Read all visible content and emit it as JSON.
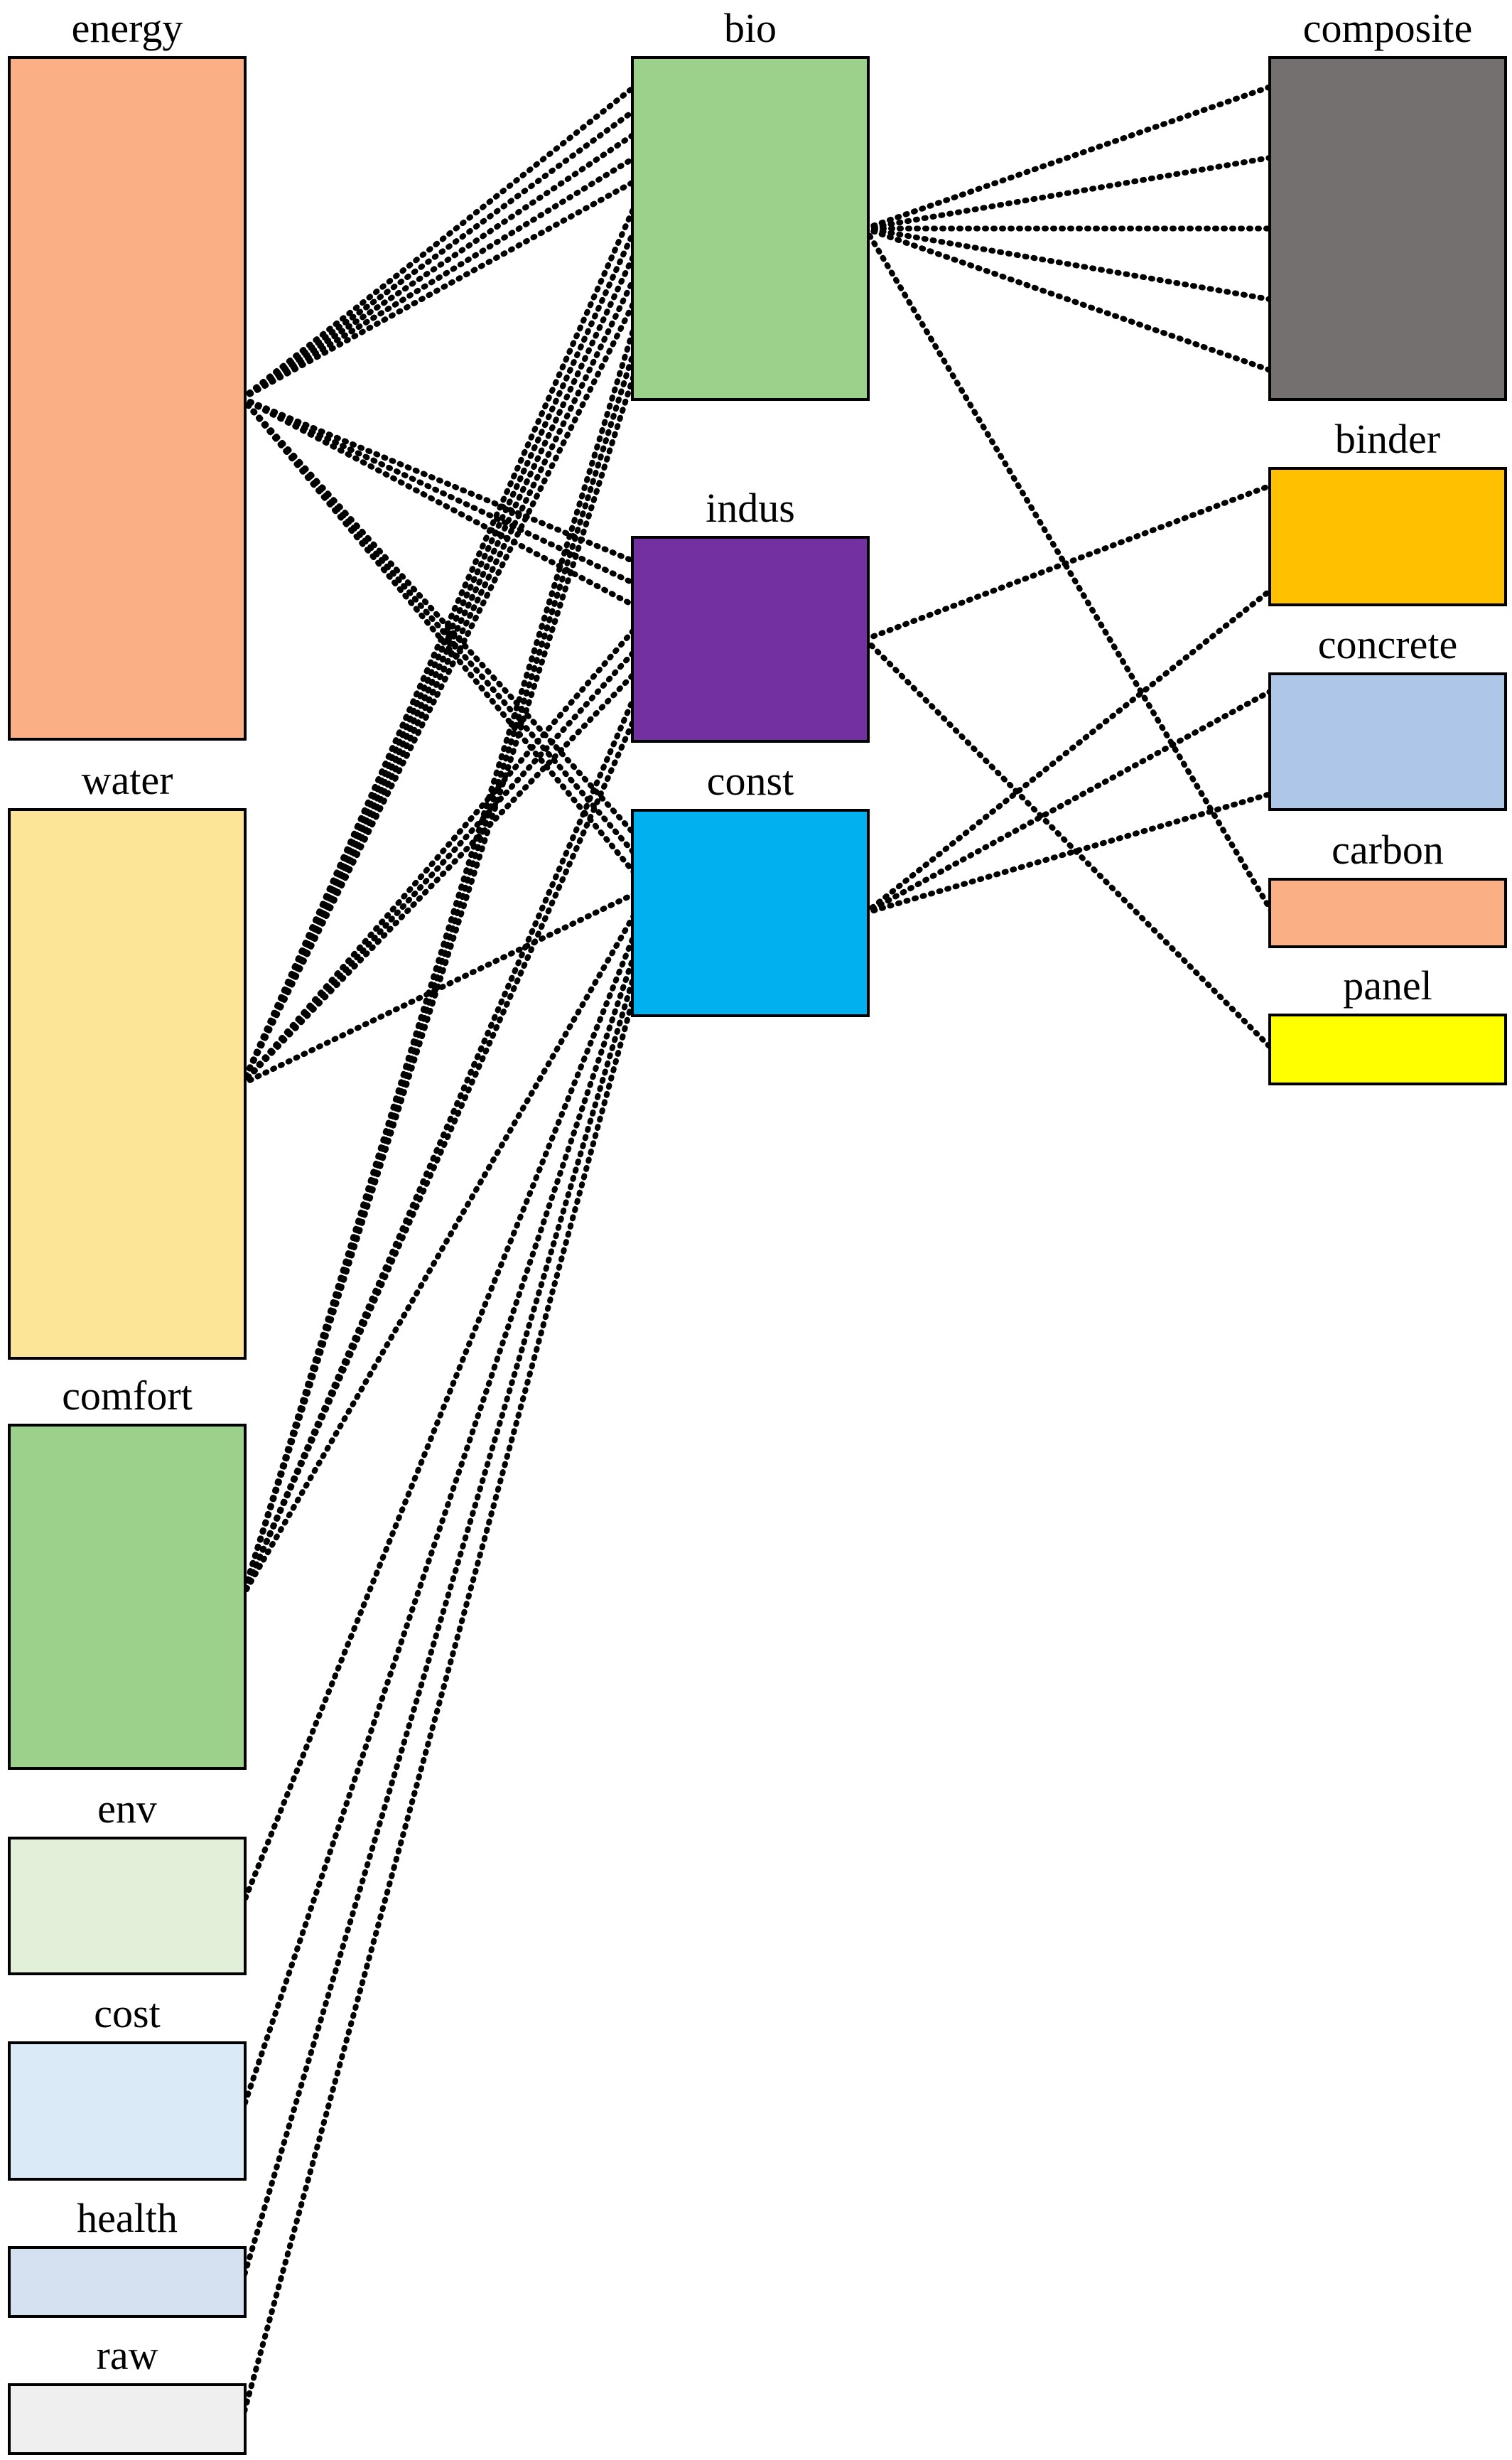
{
  "diagram": {
    "nodes": [
      {
        "id": "energy",
        "label": "energy",
        "column": "left",
        "color": "#FBAF84"
      },
      {
        "id": "water",
        "label": "water",
        "column": "left",
        "color": "#FDE598"
      },
      {
        "id": "comfort",
        "label": "comfort",
        "column": "left",
        "color": "#9BD18B"
      },
      {
        "id": "env",
        "label": "env",
        "column": "left",
        "color": "#E2F0DA"
      },
      {
        "id": "cost",
        "label": "cost",
        "column": "left",
        "color": "#DAEAF7"
      },
      {
        "id": "health",
        "label": "health",
        "column": "left",
        "color": "#D5E0F1"
      },
      {
        "id": "raw",
        "label": "raw",
        "column": "left",
        "color": "#EFEFEF"
      },
      {
        "id": "bio",
        "label": "bio",
        "column": "middle",
        "color": "#9BD18B"
      },
      {
        "id": "indus",
        "label": "indus",
        "column": "middle",
        "color": "#7330A0"
      },
      {
        "id": "const",
        "label": "const",
        "column": "middle",
        "color": "#00B0EF"
      },
      {
        "id": "composite",
        "label": "composite",
        "column": "right",
        "color": "#747070"
      },
      {
        "id": "binder",
        "label": "binder",
        "column": "right",
        "color": "#FFC000"
      },
      {
        "id": "concrete",
        "label": "concrete",
        "column": "right",
        "color": "#AEC7E8"
      },
      {
        "id": "carbon",
        "label": "carbon",
        "column": "right",
        "color": "#FBAF84"
      },
      {
        "id": "panel",
        "label": "panel",
        "column": "right",
        "color": "#FFFF00"
      }
    ],
    "links": [
      [
        "energy",
        "bio"
      ],
      [
        "energy",
        "bio"
      ],
      [
        "energy",
        "bio"
      ],
      [
        "energy",
        "bio"
      ],
      [
        "energy",
        "bio"
      ],
      [
        "energy",
        "indus"
      ],
      [
        "energy",
        "indus"
      ],
      [
        "energy",
        "indus"
      ],
      [
        "energy",
        "const"
      ],
      [
        "energy",
        "const"
      ],
      [
        "energy",
        "const"
      ],
      [
        "water",
        "bio"
      ],
      [
        "water",
        "bio"
      ],
      [
        "water",
        "bio"
      ],
      [
        "water",
        "bio"
      ],
      [
        "water",
        "bio"
      ],
      [
        "water",
        "indus"
      ],
      [
        "water",
        "indus"
      ],
      [
        "water",
        "indus"
      ],
      [
        "water",
        "const"
      ],
      [
        "comfort",
        "bio"
      ],
      [
        "comfort",
        "bio"
      ],
      [
        "comfort",
        "bio"
      ],
      [
        "comfort",
        "indus"
      ],
      [
        "comfort",
        "indus"
      ],
      [
        "comfort",
        "const"
      ],
      [
        "env",
        "const"
      ],
      [
        "cost",
        "const"
      ],
      [
        "health",
        "const"
      ],
      [
        "raw",
        "const"
      ],
      [
        "bio",
        "composite"
      ],
      [
        "bio",
        "composite"
      ],
      [
        "bio",
        "composite"
      ],
      [
        "bio",
        "composite"
      ],
      [
        "bio",
        "composite"
      ],
      [
        "bio",
        "carbon"
      ],
      [
        "indus",
        "binder"
      ],
      [
        "indus",
        "panel"
      ],
      [
        "const",
        "binder"
      ],
      [
        "const",
        "concrete"
      ],
      [
        "const",
        "concrete"
      ]
    ]
  }
}
